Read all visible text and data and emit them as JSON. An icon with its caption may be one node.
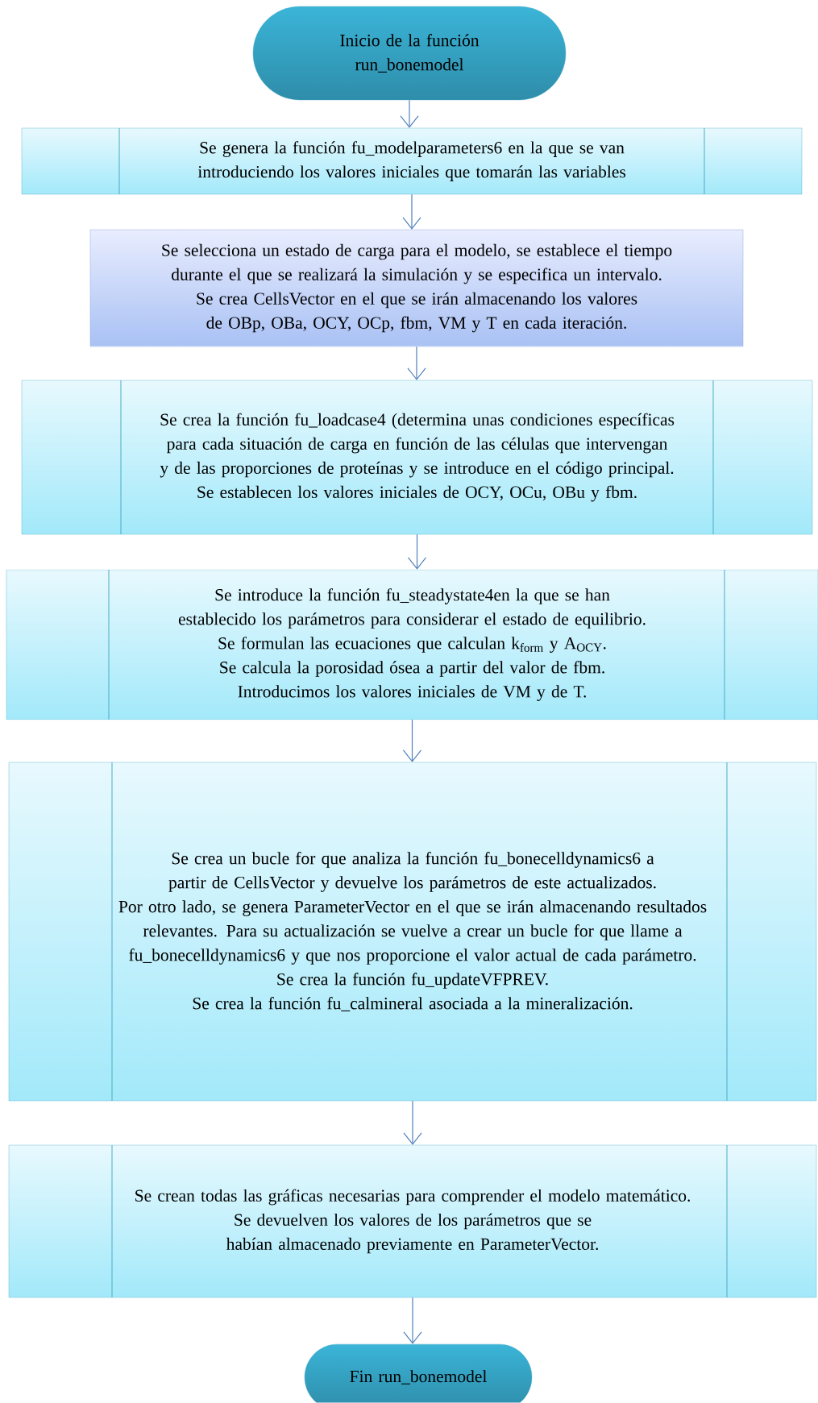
{
  "diagram": {
    "nodes": [
      {
        "text": [
          "Inicio de la función run_bonemodel"
        ]
      },
      {
        "text": [
          "Se genera la función fu_modelparameters6 en la que se van introduciendo los valores iniciales que tomarán las variables"
        ]
      },
      {
        "text": [
          "Se selecciona un estado de carga para el modelo, se establece el tiempo durante el que se realizará la simulación y se especifica un intervalo.",
          "Se crea CellsVector en el que se irán almacenando los valores de OBp, OBa, OCY, OCp, fbm, VM y T en cada iteración."
        ]
      },
      {
        "text": [
          "Se crea la función fu_loadcase4 (determina unas condiciones específicas para cada situación de carga en función de las células que intervengan y de las proporciones de proteínas y se introduce en el código principal. Se establecen los valores iniciales de OCY, OCu, OBu y fbm."
        ]
      },
      {
        "text": [
          "Se introduce la función fu_steadystate4en la que se han establecido los parámetros para considerar el estado de equilibrio.",
          "Se formulan las ecuaciones que calculan k$_{form}$ y A$_{OCY}$.",
          "Se calcula la porosidad ósea a partir del valor de fbm.",
          "Introducimos los valores iniciales de VM y de T."
        ]
      },
      {
        "text": [
          "Se crea un bucle for que analiza la función fu_bonecelldynamics6 a partir de CellsVector y devuelve los parámetros de este actualizados.",
          "Por otro lado, se genera ParameterVector en el que se irán almacenando resultados relevantes. Para su actualización se vuelve a crear un bucle for que llame a fu_bonecelldynamics6 y que nos proporcione el valor actual de cada parámetro.",
          "Se crea la función fu_updateVFPREV.",
          "Se crea la función fu_calmineral asociada a la mineralización."
        ]
      },
      {
        "text": [
          "Se crean todas las gráficas necesarias para comprender el modelo matemático.",
          "Se devuelven los valores de los parámetros que se habían almacenado previamente en ParameterVector."
        ]
      },
      {
        "text": [
          "Fin run_bonemodel"
        ]
      }
    ],
    "edges": [
      {
        "from": 0,
        "to": 1,
        "arrow": "to"
      },
      {
        "from": 1,
        "to": 2,
        "arrow": "to"
      },
      {
        "from": 2,
        "to": 3,
        "arrow": "to"
      },
      {
        "from": 3,
        "to": 4,
        "arrow": "to"
      },
      {
        "from": 4,
        "to": 5,
        "arrow": "to"
      },
      {
        "from": 5,
        "to": 6,
        "arrow": "to"
      },
      {
        "from": 6,
        "to": 7,
        "arrow": "to"
      }
    ]
  }
}
